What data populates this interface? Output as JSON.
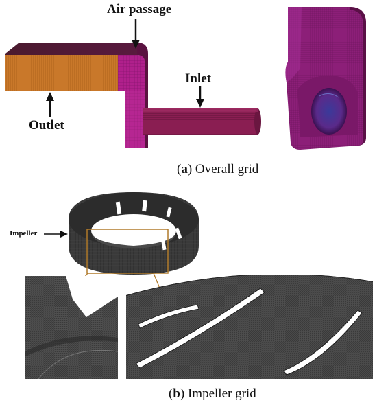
{
  "panel_a": {
    "labels": {
      "air_passage": "Air passage",
      "inlet": "Inlet",
      "outlet": "Outlet"
    },
    "caption": {
      "letter": "a",
      "text": " Overall grid"
    }
  },
  "panel_b": {
    "labels": {
      "impeller": "Impeller"
    },
    "caption": {
      "letter": "b",
      "text": " Impeller grid"
    }
  },
  "colors": {
    "outlet_orange": "#c9782a",
    "passage_magenta": "#b0208c",
    "inlet_maroon": "#8a1e52",
    "volute_purple": "#8c1f78",
    "mesh_dark": "#2a2a2a",
    "callout_brown": "#b07a2a"
  }
}
